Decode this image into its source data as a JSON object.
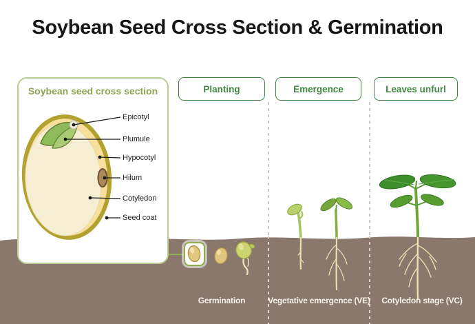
{
  "title": "Soybean Seed Cross Section & Germination",
  "panel": {
    "title": "Soybean seed cross section",
    "labels": [
      "Epicotyl",
      "Plumule",
      "Hypocotyl",
      "Hilum",
      "Cotyledon",
      "Seed coat"
    ]
  },
  "stages": [
    {
      "header": "Planting",
      "footer": "Germination"
    },
    {
      "header": "Emergence",
      "footer": "Vegetative emergence (VE)"
    },
    {
      "header": "Leaves unfurl",
      "footer": "Cotyledon stage (VC)"
    }
  ],
  "colors": {
    "accent_green": "#3e8742",
    "panel_border_green": "#b9cb92",
    "panel_title_green": "#90a553",
    "soil_brown": "#8b786d",
    "seed_coat_olive": "#b3a22f",
    "seed_cream": "#f5eed3",
    "hypocotyl_band_yellow": "#f8df9b",
    "hilum_brown": "#ab8b5a",
    "leaf_green": "#3f8e2c",
    "root_cream": "#eadfb3",
    "soil_label_white": "#f6f2ea"
  }
}
